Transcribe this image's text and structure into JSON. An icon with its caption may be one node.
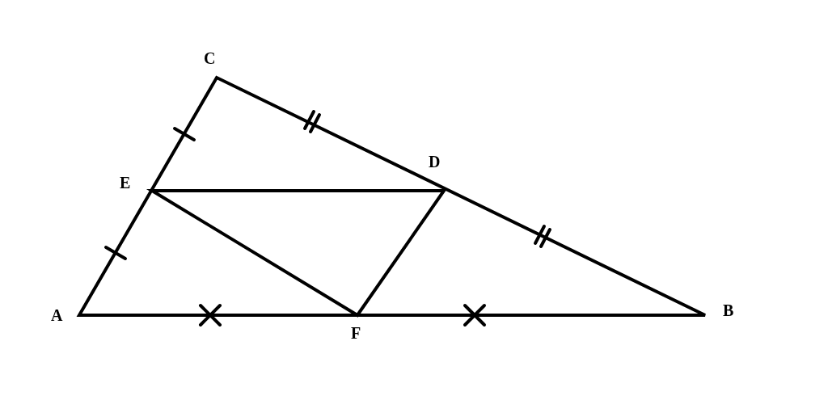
{
  "diagram": {
    "labels": [
      "C",
      "E",
      "D",
      "A",
      "F",
      "B"
    ]
  }
}
